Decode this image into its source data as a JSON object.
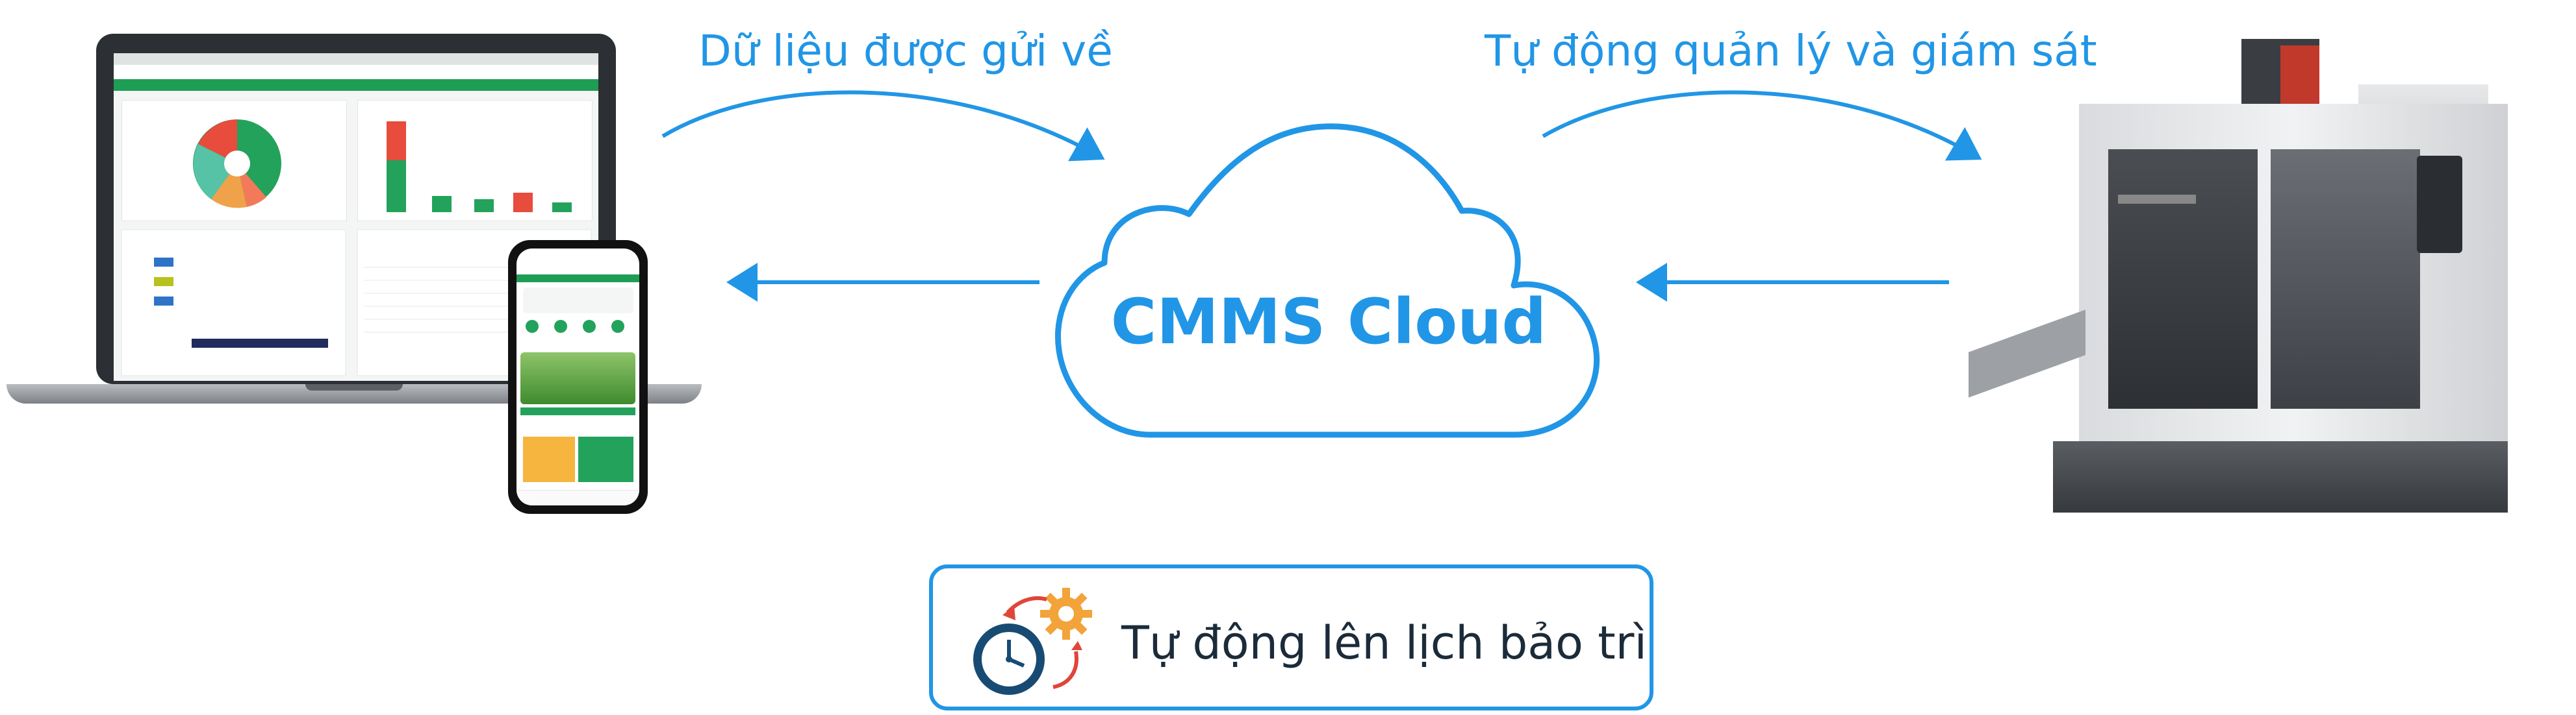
{
  "labels": {
    "data_sent": "Dữ liệu được gửi về",
    "auto_manage": "Tự động quản lý và giám sát",
    "cloud": "CMMS Cloud",
    "auto_schedule": "Tự động lên lịch bảo trì"
  },
  "icons": {
    "laptop": "laptop-dashboard",
    "phone": "smartphone-app",
    "machine": "cnc-machine",
    "schedule": "clock-gear-cycle"
  },
  "colors": {
    "accent": "#2196e6",
    "text_dark": "#1b2b3a",
    "gear": "#f2a33a",
    "cycle_arrow": "#e0453a",
    "clock": "#174b73"
  }
}
